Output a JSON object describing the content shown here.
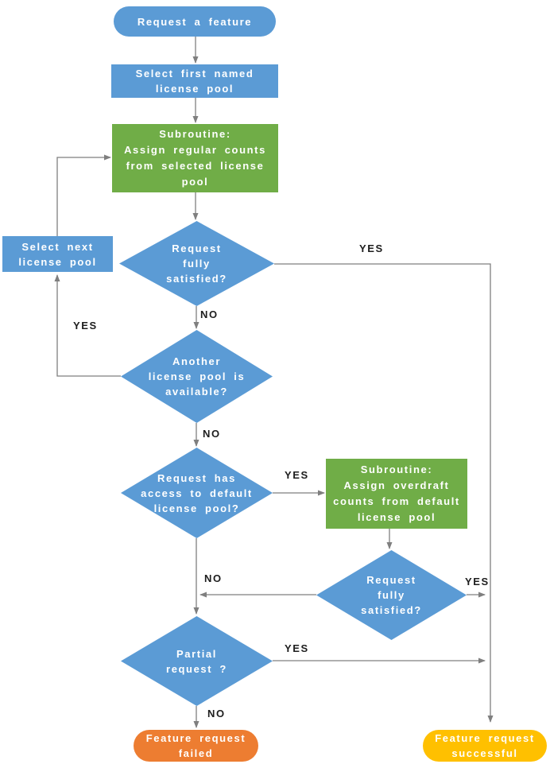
{
  "colors": {
    "blue": "#5B9BD5",
    "green": "#70AD47",
    "orange": "#ED7D31",
    "yellow": "#FFC000",
    "connector": "#7f7f7f",
    "edge_label_text": "#1d1d1d",
    "node_text": "#ffffff"
  },
  "nodes": {
    "start": {
      "label": "Request a feature",
      "type": "terminator"
    },
    "select_first_pool": {
      "label": "Select first named\nlicense pool",
      "type": "process"
    },
    "subroutine_regular": {
      "label": "Subroutine:\nAssign regular counts\nfrom selected license\npool",
      "type": "subroutine"
    },
    "request_satisfied_1": {
      "label": "Request\nfully\nsatisfied?",
      "type": "decision"
    },
    "select_next_pool": {
      "label": "Select next\nlicense pool",
      "type": "process"
    },
    "another_pool_available": {
      "label": "Another\nlicense pool is\navailable?",
      "type": "decision"
    },
    "access_default_pool": {
      "label": "Request has\naccess to default\nlicense pool?",
      "type": "decision"
    },
    "subroutine_overdraft": {
      "label": "Subroutine:\nAssign overdraft\ncounts from default\nlicense pool",
      "type": "subroutine"
    },
    "request_satisfied_2": {
      "label": "Request\nfully\nsatisfied?",
      "type": "decision"
    },
    "partial_request": {
      "label": "Partial\nrequest ?",
      "type": "decision"
    },
    "request_failed": {
      "label": "Feature request\nfailed",
      "type": "terminator"
    },
    "request_successful": {
      "label": "Feature request\nsuccessful",
      "type": "terminator"
    }
  },
  "edge_labels": {
    "satisfied1_yes": "YES",
    "satisfied1_no": "NO",
    "another_pool_yes": "YES",
    "another_pool_no": "NO",
    "access_default_yes": "YES",
    "satisfied2_no": "NO",
    "satisfied2_yes": "YES",
    "partial_yes": "YES",
    "partial_no": "NO"
  }
}
